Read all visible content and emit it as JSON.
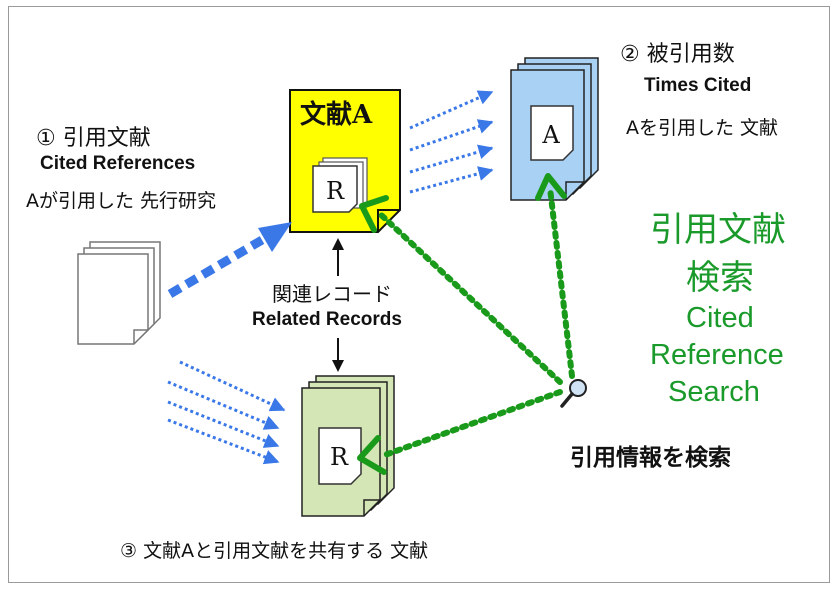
{
  "labels": {
    "cited_refs_jp": "① 引用文献",
    "cited_refs_en": "Cited References",
    "cited_refs_desc": "Aが引用した 先行研究",
    "times_cited_jp": "② 被引用数",
    "times_cited_en": "Times Cited",
    "times_cited_desc": "Aを引用した 文献",
    "document_a": "文献A",
    "related_jp": "関連レコード",
    "related_en": "Related Records",
    "shared_refs": "③ 文献Aと引用文献を共有する 文献",
    "search_cited": "引用情報を検索",
    "crs_jp_line1": "引用文献",
    "crs_jp_line2": "検索",
    "crs_en_line1": "Cited",
    "crs_en_line2": "Reference",
    "crs_en_line3": "Search",
    "page_letter_r": "R",
    "page_letter_a": "A"
  },
  "icons": {
    "magnifier": "magnifier-icon"
  },
  "colors": {
    "document_a_fill": "#ffff00",
    "times_cited_fill": "#a9d1f3",
    "related_fill": "#d4e6b5",
    "green_text": "#1a9a2a",
    "blue_arrow": "#3a78e8",
    "green_dots": "#1a9a1a"
  }
}
